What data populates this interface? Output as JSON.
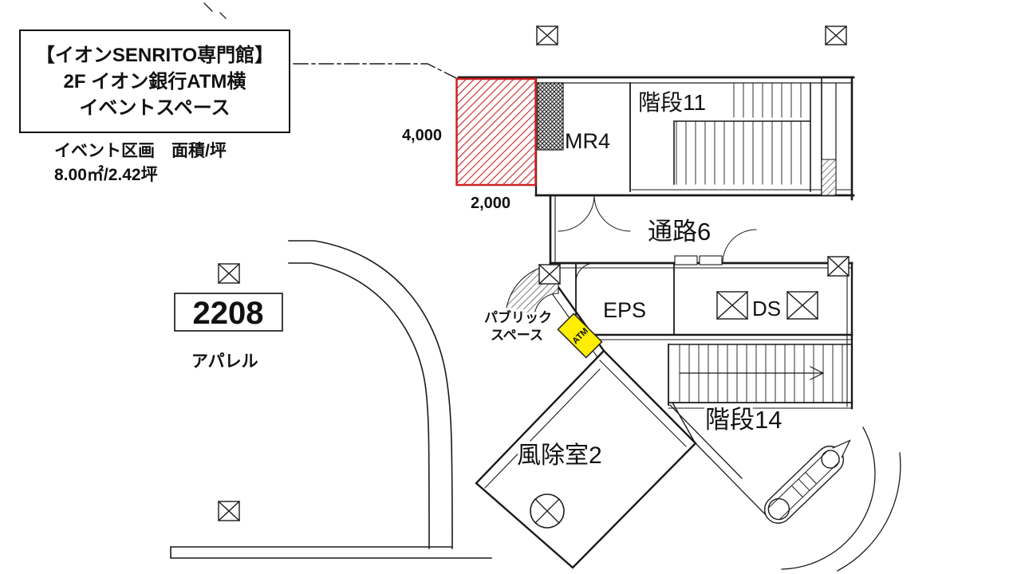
{
  "annotation": {
    "title_line1": "【イオンSENRITO専門館】",
    "title_line2": "2F イオン銀行ATM横",
    "title_line3": "イベントスペース",
    "area_label": "イベント区画　面積/坪",
    "area_value": "8.00㎡/2.42坪"
  },
  "dimensions": {
    "vertical": "4,000",
    "horizontal": "2,000"
  },
  "labels": {
    "mr4": "MR4",
    "stairs_11": "階段11",
    "corridor_6": "通路6",
    "eps": "EPS",
    "ds": "DS",
    "public_space_1": "パブリック",
    "public_space_2": "スペース",
    "atm": "ATM",
    "vestibule_2": "風除室2",
    "stairs_14": "階段14",
    "tenant_number": "2208",
    "tenant_name": "アパレル"
  },
  "colors": {
    "event_space": "#cc2222",
    "atm_highlight": "#ffee00",
    "linework": "#1a1a1a"
  }
}
